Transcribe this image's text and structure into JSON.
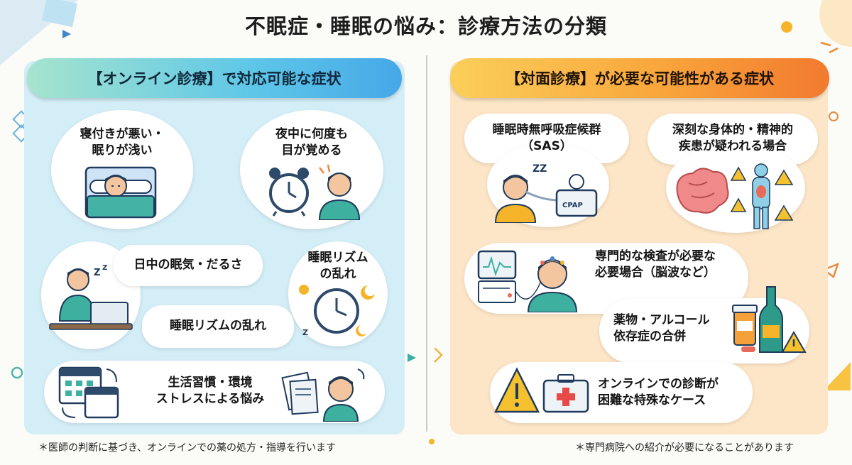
{
  "title": "不眠症・睡眠の悩み：診療方法の分類",
  "online": {
    "header": "【オンライン診療】で対応可能な症状",
    "items": [
      {
        "label": "寝付きが悪い・\n眠りが浅い"
      },
      {
        "label": "夜中に何度も\n目が覚める"
      },
      {
        "label": "日中の眠気・だるさ"
      },
      {
        "label": "睡眠リズム\nの乱れ"
      },
      {
        "label": "睡眠リズムの乱れ"
      },
      {
        "label": "生活習慣・環境\nストレスによる悩み"
      }
    ],
    "footnote": "＊医師の判断に基づき、オンラインでの薬の処方・指導を行います"
  },
  "inperson": {
    "header": "【対面診療】が必要な可能性がある症状",
    "items": [
      {
        "label": "睡眠時無呼吸症候群\n（SAS）"
      },
      {
        "label": "深刻な身体的・精神的\n疾患が疑われる場合"
      },
      {
        "label": "専門的な検査が必要な\n必要場合（脳波など）"
      },
      {
        "label": "薬物・アルコール\n依存症の合併"
      },
      {
        "label": "オンラインでの診断が\n困難な特殊なケース"
      }
    ],
    "device_label": "CPAP",
    "footnote": "＊専門病院への紹介が必要になることがあります"
  },
  "sleep_letters": [
    "Z",
    "Z",
    "Z"
  ],
  "colors": {
    "online_panel": "#d4eef8",
    "inperson_panel": "#fde6c7",
    "online_banner": "#46a8e8",
    "inperson_banner": "#f27a2e",
    "warning": "#f5c12e"
  }
}
